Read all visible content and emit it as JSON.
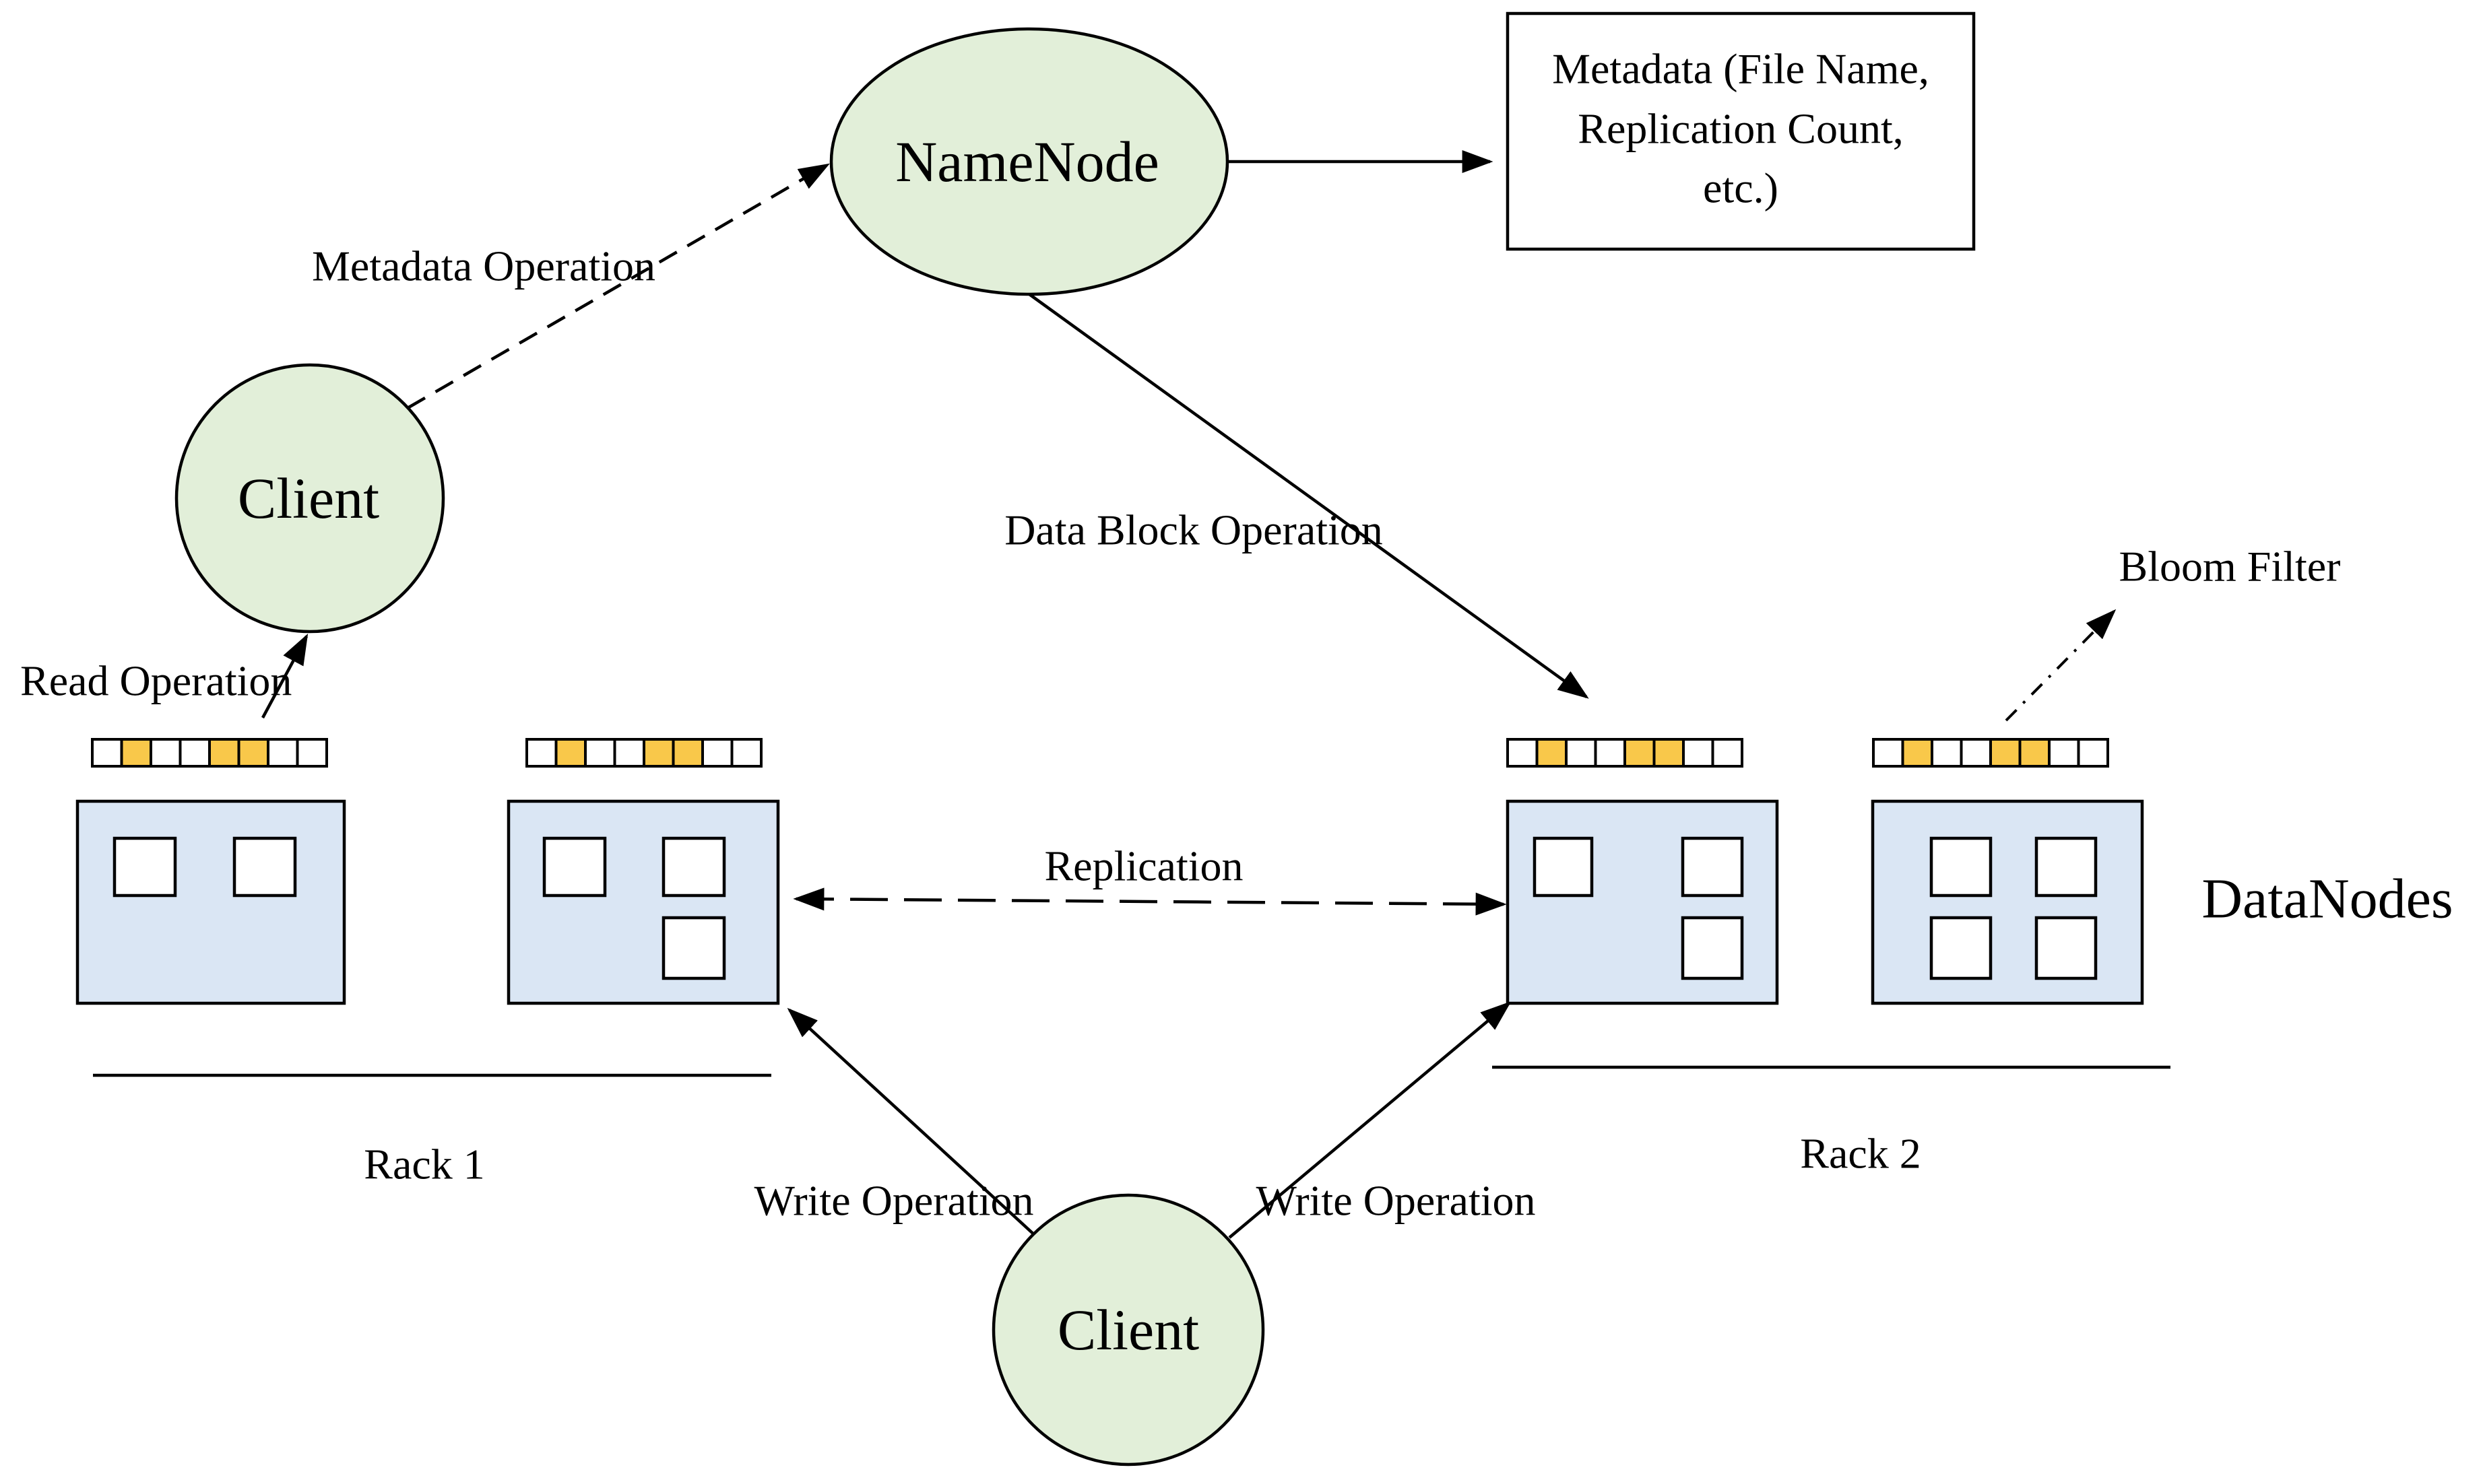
{
  "nodes": {
    "namenode": "NameNode",
    "client_top": "Client",
    "client_bottom": "Client"
  },
  "metadata_box": {
    "line1": "Metadata (File Name,",
    "line2": "Replication Count,",
    "line3": "etc.)"
  },
  "edges": {
    "metadata_operation": "Metadata Operation",
    "data_block_operation": "Data Block Operation",
    "read_operation": "Read Operation",
    "replication": "Replication",
    "write_operation_left": "Write Operation",
    "write_operation_right": "Write Operation"
  },
  "labels": {
    "bloom_filter": "Bloom Filter",
    "datanodes": "DataNodes",
    "rack1": "Rack 1",
    "rack2": "Rack 2"
  },
  "colors": {
    "node_fill": "#e2efd9",
    "datanode_fill": "#dae6f4",
    "bloom_bit_set": "#f9c84a",
    "stroke": "#000000"
  }
}
